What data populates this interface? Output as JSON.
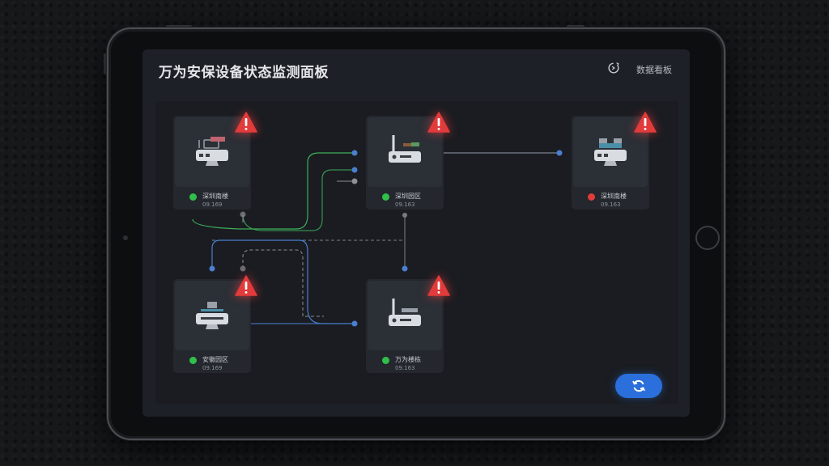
{
  "header": {
    "title": "万为安保设备状态监测面板",
    "settings_icon": "settings-refresh-icon",
    "link_label": "数据看板"
  },
  "devices": [
    {
      "id": "d1",
      "name": "深圳南楼",
      "ip": "09.169",
      "status": "online",
      "alert": true,
      "icon": "device-router-icon"
    },
    {
      "id": "d2",
      "name": "深圳园区",
      "ip": "09.163",
      "status": "online",
      "alert": true,
      "icon": "device-router-antenna-icon"
    },
    {
      "id": "d3",
      "name": "深圳南楼",
      "ip": "09.163",
      "status": "offline",
      "alert": true,
      "icon": "device-router-icon"
    },
    {
      "id": "d4",
      "name": "安徽园区",
      "ip": "09.169",
      "status": "online",
      "alert": true,
      "icon": "device-router-icon"
    },
    {
      "id": "d5",
      "name": "万为楼栋",
      "ip": "09.163",
      "status": "online",
      "alert": true,
      "icon": "device-router-antenna-icon"
    }
  ],
  "colors": {
    "online": "#2fbf4a",
    "offline": "#e23b3b",
    "alert": "#e23b3b",
    "accent": "#2a6fdb",
    "link_green": "#3fae5a",
    "link_blue": "#4a7fd0",
    "link_gray": "#8b8f96"
  },
  "refresh_button": {
    "icon": "refresh-icon"
  }
}
